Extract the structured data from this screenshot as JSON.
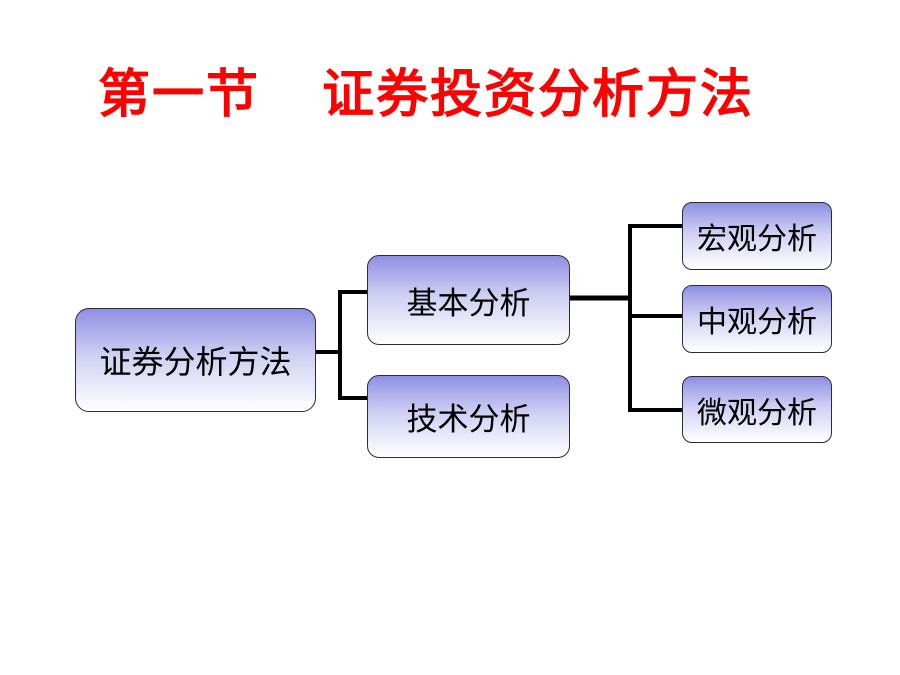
{
  "title": {
    "chapter": "第一节",
    "topic": "证券投资分析方法"
  },
  "diagram": {
    "root": "证券分析方法",
    "branches": {
      "fundamental": "基本分析",
      "technical": "技术分析"
    },
    "fundamental_children": {
      "macro": "宏观分析",
      "meso": "中观分析",
      "micro": "微观分析"
    }
  },
  "colors": {
    "title": "#ff0000",
    "box_top": "#8f8fe3",
    "box_bottom": "#ffffff",
    "connector": "#000000"
  }
}
